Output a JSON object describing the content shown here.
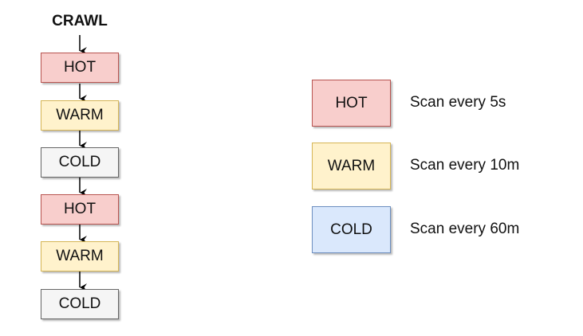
{
  "flow": {
    "title": "CRAWL",
    "steps": [
      {
        "label": "HOT",
        "tier": "hot"
      },
      {
        "label": "WARM",
        "tier": "warm"
      },
      {
        "label": "COLD",
        "tier": "cold"
      },
      {
        "label": "HOT",
        "tier": "hot"
      },
      {
        "label": "WARM",
        "tier": "warm"
      },
      {
        "label": "COLD",
        "tier": "cold"
      }
    ]
  },
  "legend": [
    {
      "label": "HOT",
      "description": "Scan every 5s"
    },
    {
      "label": "WARM",
      "description": "Scan every 10m"
    },
    {
      "label": "COLD",
      "description": "Scan every 60m"
    }
  ],
  "colors": {
    "hot_fill": "#f8cecc",
    "hot_border": "#b85450",
    "warm_fill": "#fff2cc",
    "warm_border": "#d6b656",
    "cold_flow_fill": "#f5f5f5",
    "cold_flow_border": "#666666",
    "cold_legend_fill": "#dae8fc",
    "cold_legend_border": "#6c8ebf",
    "arrow": "#000000"
  }
}
